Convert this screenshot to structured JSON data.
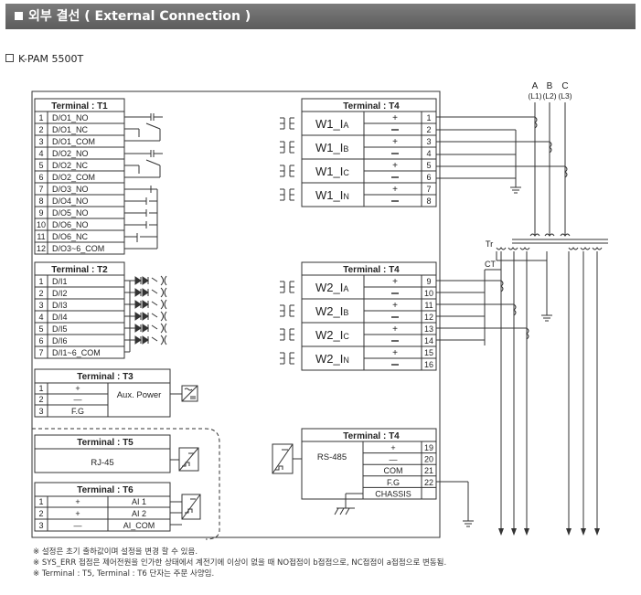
{
  "header": {
    "title": "외부 결선 ( External Connection )"
  },
  "model": "K-PAM 5500T",
  "t1": {
    "title": "Terminal : T1",
    "rows": [
      {
        "n": "1",
        "label": "D/O1_NO"
      },
      {
        "n": "2",
        "label": "D/O1_NC"
      },
      {
        "n": "3",
        "label": "D/O1_COM"
      },
      {
        "n": "4",
        "label": "D/O2_NO"
      },
      {
        "n": "5",
        "label": "D/O2_NC"
      },
      {
        "n": "6",
        "label": "D/O2_COM"
      },
      {
        "n": "7",
        "label": "D/O3_NO"
      },
      {
        "n": "8",
        "label": "D/O4_NO"
      },
      {
        "n": "9",
        "label": "D/O5_NO"
      },
      {
        "n": "10",
        "label": "D/O6_NO"
      },
      {
        "n": "11",
        "label": "D/O6_NC"
      },
      {
        "n": "12",
        "label": "D/O3~6_COM"
      }
    ]
  },
  "t2": {
    "title": "Terminal : T2",
    "rows": [
      {
        "n": "1",
        "label": "D/I1"
      },
      {
        "n": "2",
        "label": "D/I2"
      },
      {
        "n": "3",
        "label": "D/I3"
      },
      {
        "n": "4",
        "label": "D/I4"
      },
      {
        "n": "5",
        "label": "D/I5"
      },
      {
        "n": "6",
        "label": "D/I6"
      },
      {
        "n": "7",
        "label": "D/I1~6_COM"
      }
    ]
  },
  "t3": {
    "title": "Terminal : T3",
    "rows": [
      "+",
      "—",
      "F.G"
    ],
    "nums": [
      "1",
      "2",
      "3"
    ],
    "label": "Aux. Power"
  },
  "t5": {
    "title": "Terminal : T5",
    "label": "RJ-45"
  },
  "t6": {
    "title": "Terminal : T6",
    "nums": [
      "1",
      "2",
      "3"
    ],
    "signs": [
      "+",
      "+",
      "—"
    ],
    "labels": [
      "AI 1",
      "AI 2",
      "AI_COM"
    ]
  },
  "t4_top": {
    "title": "Terminal : T4",
    "channels": [
      {
        "base": "W1_I",
        "sub": "A",
        "nums": [
          "1",
          "2"
        ]
      },
      {
        "base": "W1_I",
        "sub": "B",
        "nums": [
          "3",
          "4"
        ]
      },
      {
        "base": "W1_I",
        "sub": "C",
        "nums": [
          "5",
          "6"
        ]
      },
      {
        "base": "W1_I",
        "sub": "N",
        "nums": [
          "7",
          "8"
        ]
      }
    ]
  },
  "t4_mid": {
    "title": "Terminal : T4",
    "channels": [
      {
        "base": "W2_I",
        "sub": "A",
        "nums": [
          "9",
          "10"
        ]
      },
      {
        "base": "W2_I",
        "sub": "B",
        "nums": [
          "11",
          "12"
        ]
      },
      {
        "base": "W2_I",
        "sub": "C",
        "nums": [
          "13",
          "14"
        ]
      },
      {
        "base": "W2_I",
        "sub": "N",
        "nums": [
          "15",
          "16"
        ]
      }
    ]
  },
  "t4_rs": {
    "title": "Terminal : T4",
    "label": "RS-485",
    "rows": [
      {
        "n": "19",
        "label": "+"
      },
      {
        "n": "20",
        "label": "—"
      },
      {
        "n": "21",
        "label": "COM"
      },
      {
        "n": "22",
        "label": "F.G"
      },
      {
        "n": "",
        "label": "CHASSIS"
      }
    ]
  },
  "phases": {
    "letters": [
      "A",
      "B",
      "C"
    ],
    "lines": [
      "(L1)",
      "(L2)",
      "(L3)"
    ],
    "tr_label": "Tr",
    "ct_label": "CT"
  },
  "notes": [
    "※ 설정은 초기 출하값이며 설정을 변경 할 수 있음.",
    "※ SYS_ERR 접점은 제어전원을 인가한 상태에서 계전기에 이상이 없을 때 NO접점이 b접점으로, NC접점이 a접점으로 변동됨.",
    "※ Terminal : T5, Terminal : T6 단자는 주문 사양임."
  ]
}
